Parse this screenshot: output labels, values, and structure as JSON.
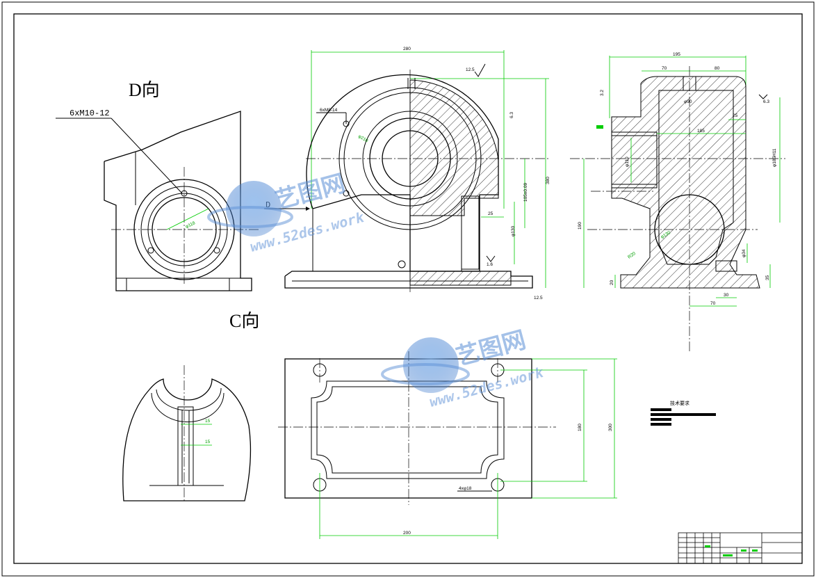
{
  "views": {
    "d_view_label": "D向",
    "c_view_label": "C向",
    "d_arrow_label": "D"
  },
  "callouts": {
    "d_view_thread": "6xM10-12",
    "front_thread": "6xM8-14",
    "base_holes": "4xφ18"
  },
  "dimensions": {
    "front": {
      "width_top": "280",
      "height_right": "380",
      "bore_center": "105±0.09",
      "step": "25",
      "bore_dia": "φ130",
      "roughness_top": "12.5",
      "roughness_right": "6.3",
      "roughness_bottom": "1.6",
      "roughness_base": "12.5",
      "pcd": "φ210"
    },
    "side": {
      "width_top": "195",
      "top_left": "70",
      "top_right": "80",
      "depth": "φ90",
      "inner": "185",
      "right_step": "25",
      "bore_left": "φ110",
      "height": "190",
      "base": "20",
      "r": "R20",
      "lower_bore": "φ130",
      "slot": "φ34",
      "foot_h": "35",
      "foot_w": "30",
      "foot_offset": "70",
      "right_bore": "φ185H11",
      "roughness_r": "6.3",
      "roughness_top": "3.2"
    },
    "c_view": {
      "rib_1": "15",
      "rib_2": "15"
    },
    "base": {
      "inner_h": "180",
      "outer_h": "300",
      "hole_span": "200"
    },
    "d_view": {
      "bore": "φ118"
    }
  },
  "tech_requirements": {
    "title": "技术要求"
  },
  "watermark": {
    "brand": "艺图网",
    "url": "www.52des.work"
  }
}
